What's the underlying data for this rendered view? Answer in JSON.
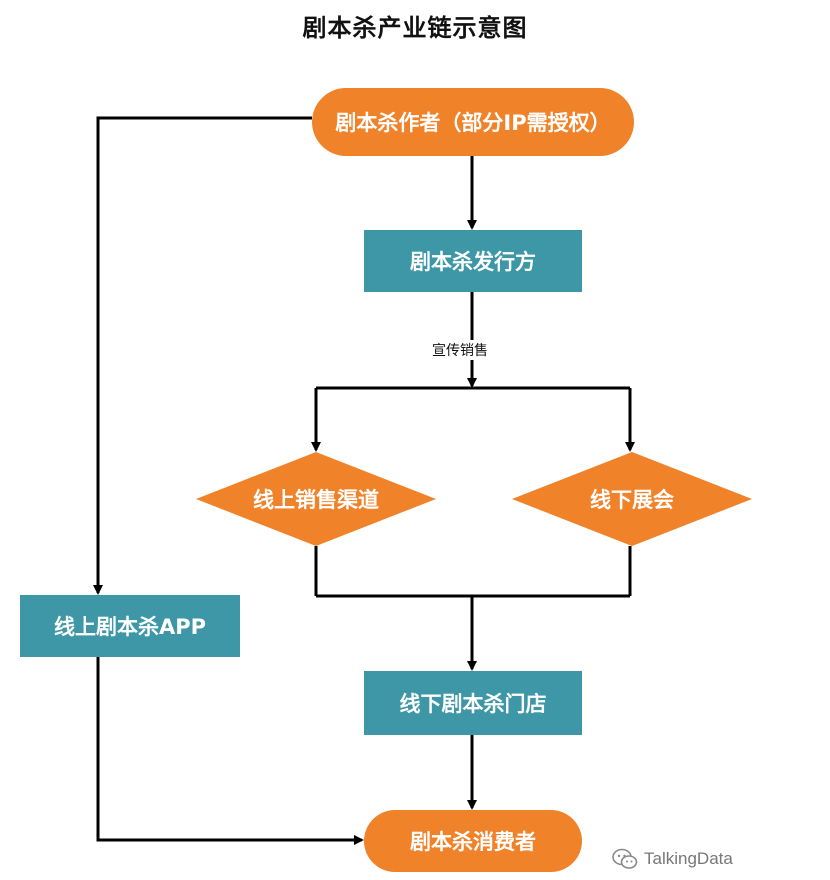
{
  "title": "剧本杀产业链示意图",
  "nodes": {
    "author": "剧本杀作者（部分IP需授权）",
    "publisher": "剧本杀发行方",
    "online_sales": "线上销售渠道",
    "offline_expo": "线下展会",
    "online_app": "线上剧本杀APP",
    "offline_store": "线下剧本杀门店",
    "consumer": "剧本杀消费者"
  },
  "edge_labels": {
    "promotion": "宣传销售"
  },
  "watermark": {
    "text": "TalkingData",
    "icon": "wechat-icon"
  },
  "colors": {
    "orange": "#f0822a",
    "teal": "#3e97a6",
    "line": "#000000"
  }
}
